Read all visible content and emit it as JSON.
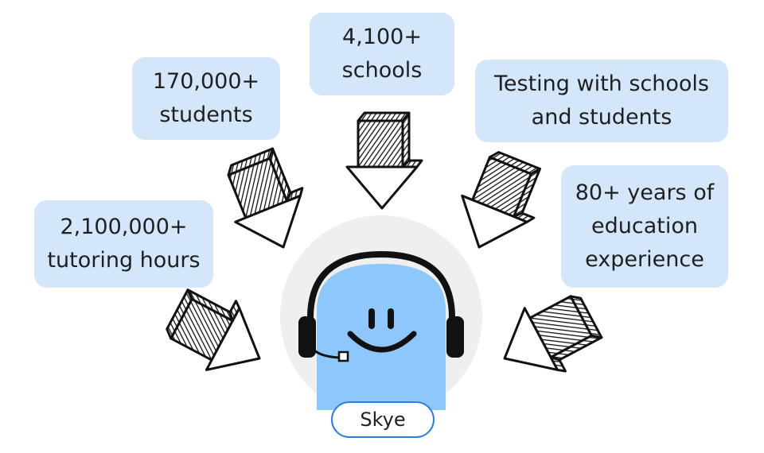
{
  "stats": {
    "students": [
      "170,000+",
      "students"
    ],
    "schools": [
      "4,100+",
      "schools"
    ],
    "testing": [
      "Testing with schools",
      "and students"
    ],
    "hours": [
      "2,100,000+",
      "tutoring hours"
    ],
    "years": [
      "80+ years of",
      "education",
      "experience"
    ]
  },
  "mascot": {
    "name": "Skye",
    "icon": "smiling-robot-with-headset-icon"
  },
  "colors": {
    "bubble": "#d4e7fa",
    "mascot_body": "#8ec7fb",
    "halo": "#efefef",
    "tag_border": "#2b7de0",
    "ink": "#111111"
  }
}
